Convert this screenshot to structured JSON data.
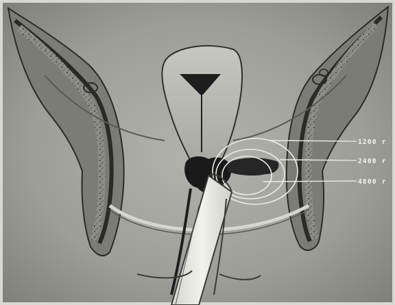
{
  "figure": {
    "background_color": "#9a9a94",
    "tissue_dark": "#262626",
    "tissue_light": "#e6e6e0",
    "labels": [
      {
        "id": "dose-1200",
        "text": "1200 r"
      },
      {
        "id": "dose-2400",
        "text": "2400 r"
      },
      {
        "id": "dose-4800",
        "text": "4800 r"
      }
    ]
  }
}
